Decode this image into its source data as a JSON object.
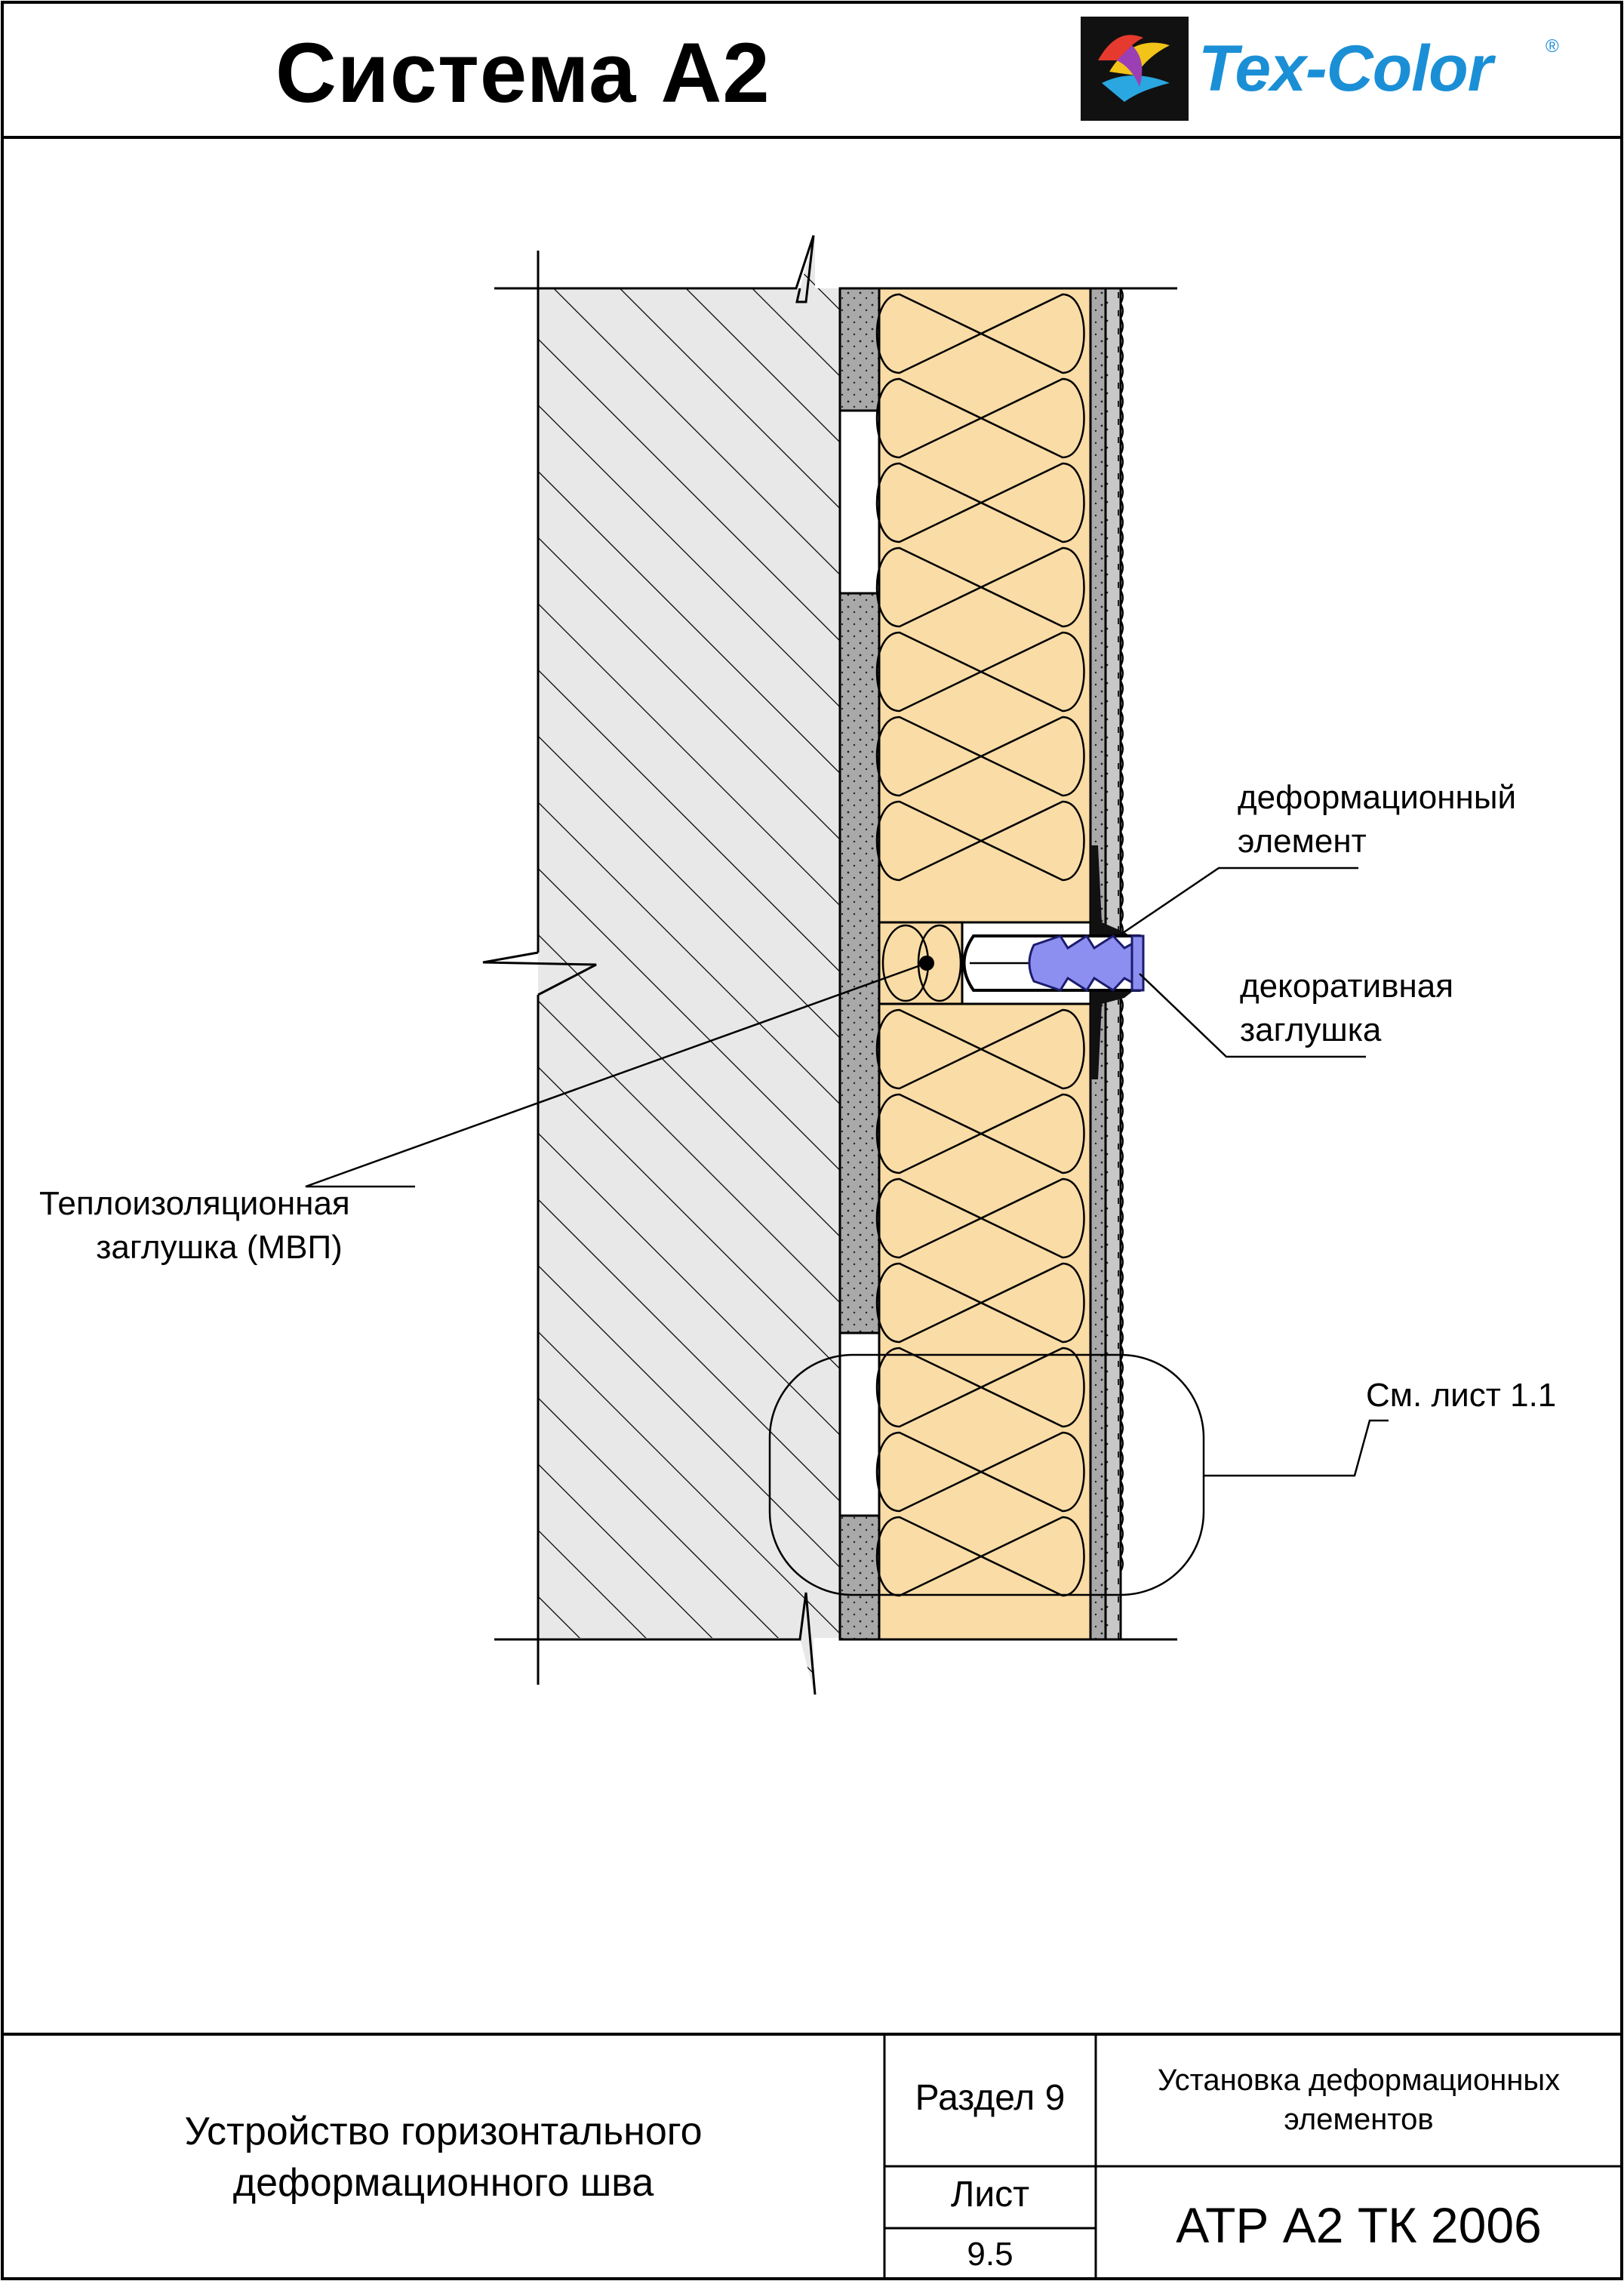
{
  "header": {
    "title": "Система А2",
    "brand": "Tex-Color",
    "registered_mark": "®"
  },
  "callouts": {
    "deformation_element": [
      "деформационный",
      "элемент"
    ],
    "decorative_plug": [
      "декоративная",
      "заглушка"
    ],
    "insulation_plug": [
      "Теплоизоляционная",
      "заглушка (МВП)"
    ],
    "see_sheet": "См. лист 1.1"
  },
  "title_block": {
    "description": [
      "Устройство горизонтального",
      "деформационного шва"
    ],
    "section": "Раздел 9",
    "sheet_label": "Лист",
    "sheet_number": "9.5",
    "section_title": [
      "Установка деформационных",
      "элементов"
    ],
    "document_code": "АТР А2 ТК 2006"
  },
  "colors": {
    "insulation": "#f9dca6",
    "concrete": "#e8e8e8",
    "adhesive": "#a9a9a9",
    "plug": "#8d8ff0",
    "brand": "#1b8fd6"
  }
}
